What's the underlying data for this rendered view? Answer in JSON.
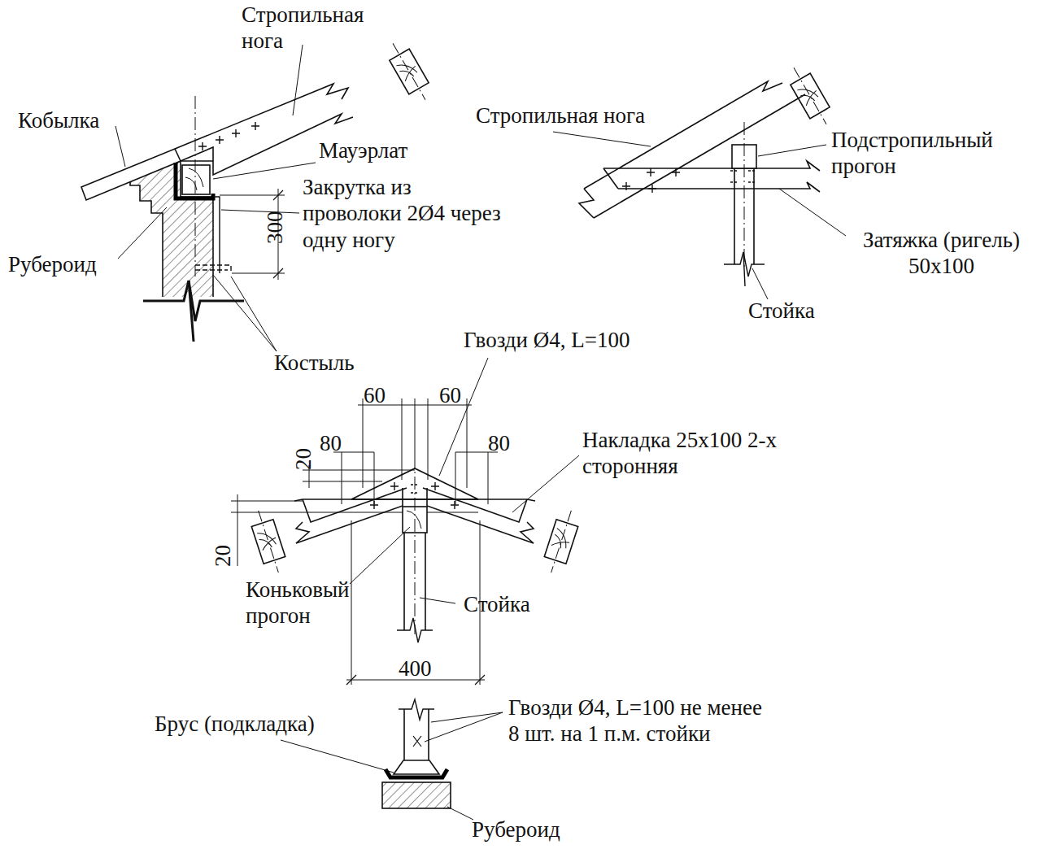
{
  "diagram": {
    "labels": [
      "Стропильная нога",
      "Кобылка",
      "Мауэрлат",
      "Закрутка из проволоки 2Ø4 через одну ногу",
      "300",
      "Рубероид",
      "Костыль",
      "Стропильная нога",
      "Подстропильный прогон",
      "Затяжка (ригель) 50x100",
      "Стойка",
      "Гвозди Ø4, L=100",
      "60",
      "60",
      "80",
      "80",
      "20",
      "20",
      "Накладка 25x100 2-х сторонняя",
      "Коньковый прогон",
      "Стойка",
      "400",
      "Гвозди Ø4, L=100 не менее 8 шт. на 1 п.м. стойки",
      "Брус (подкладка)",
      "Рубероид"
    ]
  }
}
